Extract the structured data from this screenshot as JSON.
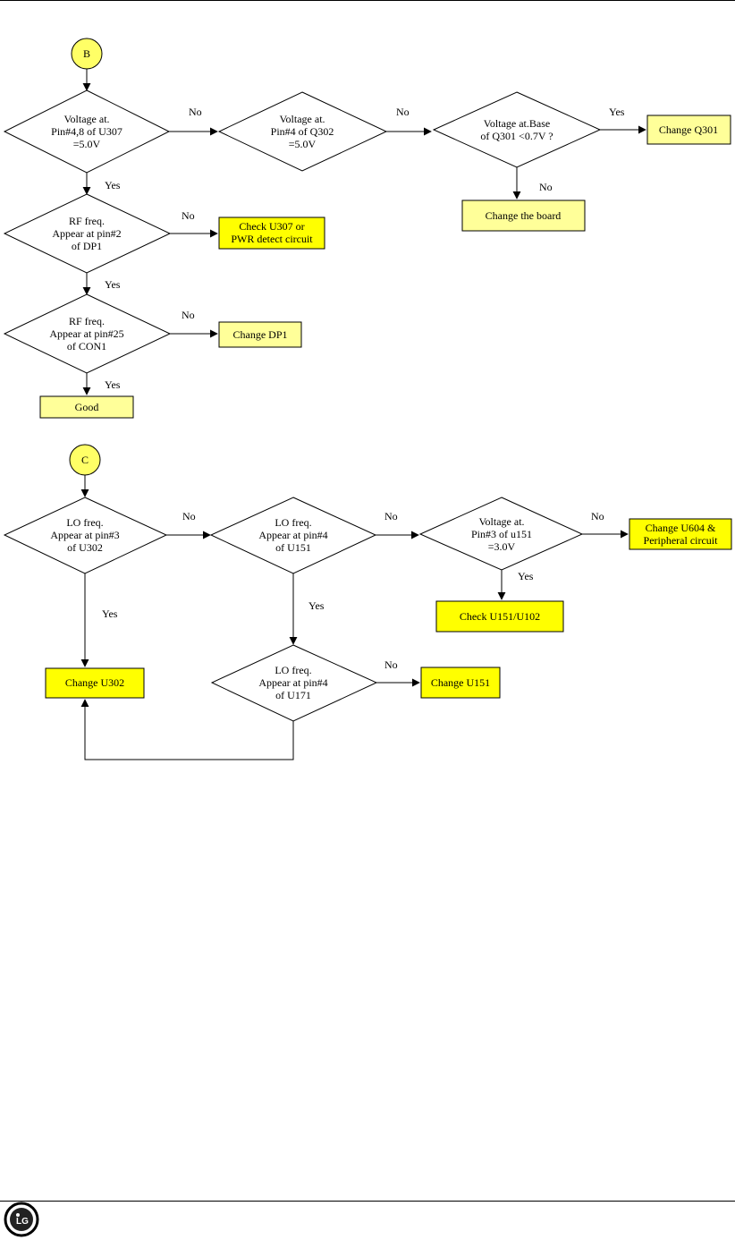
{
  "colors": {
    "process_fill": "#ffff00",
    "result_fill": "#ffff99",
    "connector_fill": "#ffff66"
  },
  "flow_b": {
    "connector": "B",
    "d1": [
      "Voltage at.",
      "Pin#4,8 of U307",
      "=5.0V"
    ],
    "d2": [
      "Voltage at.",
      "Pin#4 of Q302",
      "=5.0V"
    ],
    "d3": [
      "Voltage at.Base",
      "of Q301 <0.7V ?"
    ],
    "d4": [
      "RF freq.",
      "Appear at pin#2",
      "of DP1"
    ],
    "d5": [
      "RF freq.",
      "Appear at pin#25",
      "of CON1"
    ],
    "box_change_q301": [
      "Change Q301"
    ],
    "box_change_board": [
      "Change the board"
    ],
    "box_check_u307": [
      "Check U307 or",
      "PWR detect circuit"
    ],
    "box_change_dp1": [
      "Change DP1"
    ],
    "box_good": [
      "Good"
    ],
    "labels": {
      "d1_no": "No",
      "d1_yes": "Yes",
      "d2_no": "No",
      "d3_yes": "Yes",
      "d3_no": "No",
      "d4_no": "No",
      "d4_yes": "Yes",
      "d5_no": "No",
      "d5_yes": "Yes"
    }
  },
  "flow_c": {
    "connector": "C",
    "d1": [
      "LO freq.",
      "Appear at pin#3",
      "of U302"
    ],
    "d2": [
      "LO freq.",
      "Appear at pin#4",
      "of  U151"
    ],
    "d3": [
      "Voltage at.",
      "Pin#3  of  u151",
      "=3.0V"
    ],
    "d4": [
      "LO freq.",
      "Appear at pin#4",
      "of U171"
    ],
    "box_change_u604": [
      "Change U604 &",
      "Peripheral circuit"
    ],
    "box_check_u151": [
      "Check U151/U102"
    ],
    "box_change_u302": [
      "Change U302"
    ],
    "box_change_u151": [
      "Change U151"
    ],
    "labels": {
      "d1_no": "No",
      "d1_yes": "Yes",
      "d2_no": "No",
      "d2_yes": "Yes",
      "d3_no": "No",
      "d3_yes": "Yes",
      "d4_no": "No"
    }
  },
  "footer": {
    "logo": "LG"
  }
}
